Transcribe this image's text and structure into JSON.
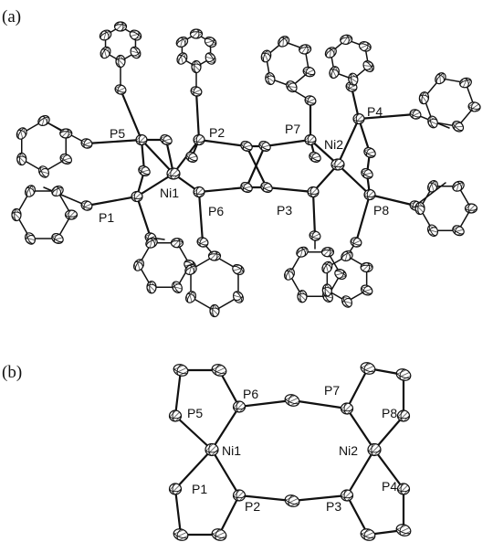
{
  "panels": [
    {
      "id": "a",
      "label": "(a)",
      "atom_labels": [
        "P5",
        "P2",
        "P7",
        "Ni2",
        "P4",
        "Ni1",
        "P1",
        "P6",
        "P3",
        "P8"
      ]
    },
    {
      "id": "b",
      "label": "(b)",
      "atom_labels": [
        "P6",
        "P7",
        "P5",
        "P8",
        "Ni1",
        "Ni2",
        "P1",
        "P4",
        "P2",
        "P3"
      ]
    }
  ],
  "colors": {
    "ink": "#111111",
    "ellipsoid_fill": "#ffffff",
    "hatch": "#333333"
  }
}
